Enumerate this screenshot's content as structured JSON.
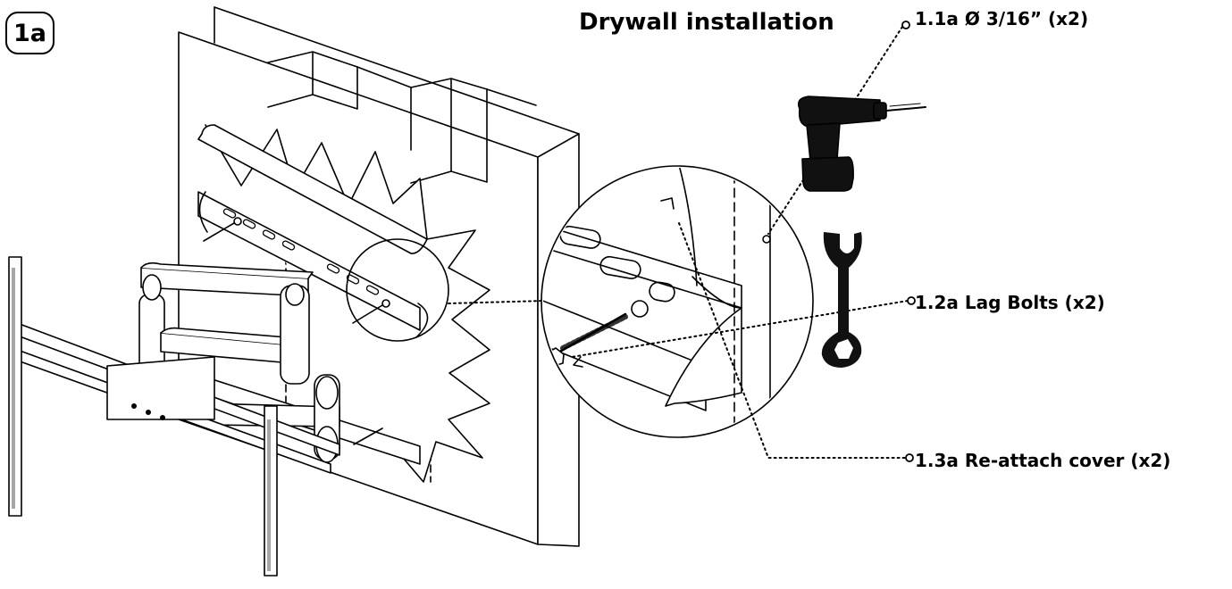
{
  "step": {
    "badge": "1a"
  },
  "title": "Drywall installation",
  "callouts": [
    {
      "id": "1.1a",
      "text": "1.1a Ø 3/16” (x2)",
      "tool": "drill-icon"
    },
    {
      "id": "1.2a",
      "text": "1.2a Lag Bolts (x2)",
      "tool": "wrench-icon"
    },
    {
      "id": "1.3a",
      "text": "1.3a Re-attach cover (x2)"
    }
  ],
  "colors": {
    "ink": "#000000",
    "paper": "#ffffff",
    "tool_fill": "#111111"
  }
}
